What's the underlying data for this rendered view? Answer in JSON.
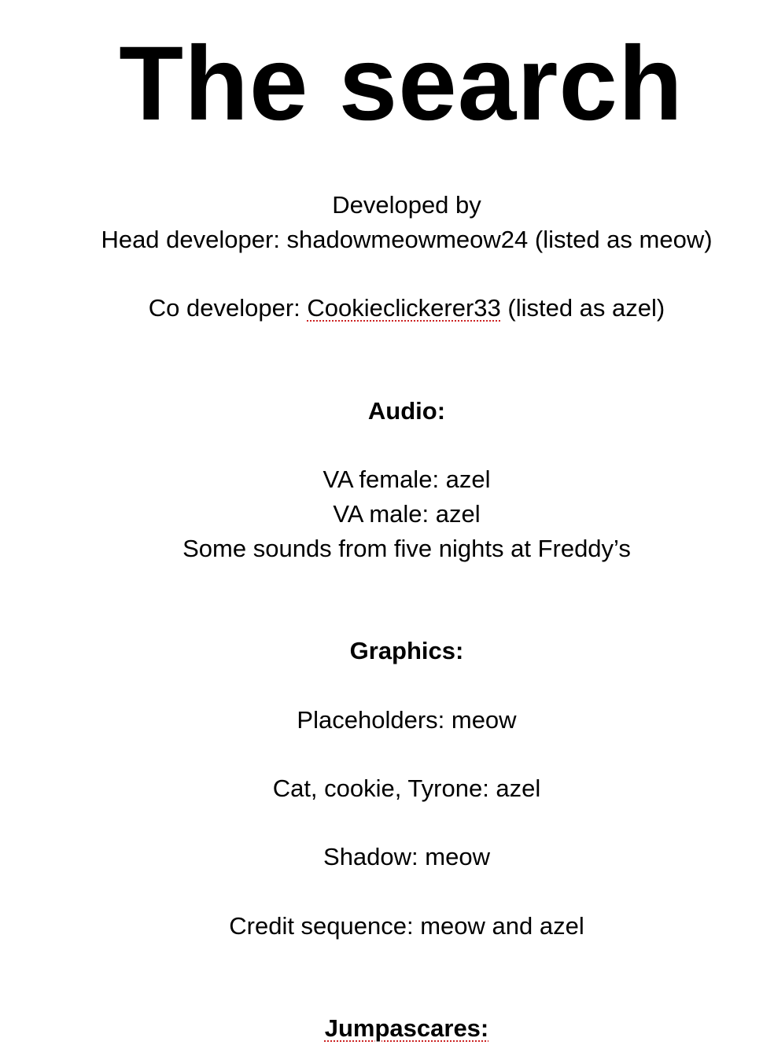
{
  "title": "The search",
  "credits": {
    "developed_by": "Developed by",
    "head_developer": "Head developer: shadowmeowmeow24 (listed as meow)",
    "co_developer_prefix": "Co developer: ",
    "co_developer_name": "Cookieclickerer33",
    "co_developer_suffix": " (listed as azel)"
  },
  "audio": {
    "heading": "Audio:",
    "va_female": "VA female: azel",
    "va_male": "VA male: azel",
    "sounds": "Some sounds from five nights at Freddy’s"
  },
  "graphics": {
    "heading": "Graphics:",
    "placeholders": "Placeholders: meow",
    "cat_cookie_tyrone": "Cat, cookie, Tyrone: azel",
    "shadow": "Shadow: meow",
    "credit_sequence": "Credit sequence: meow and azel"
  },
  "jumpscares": {
    "heading": "Jumpascares:"
  },
  "colors": {
    "text": "#000000",
    "spellcheck_underline": "#cc2222"
  }
}
